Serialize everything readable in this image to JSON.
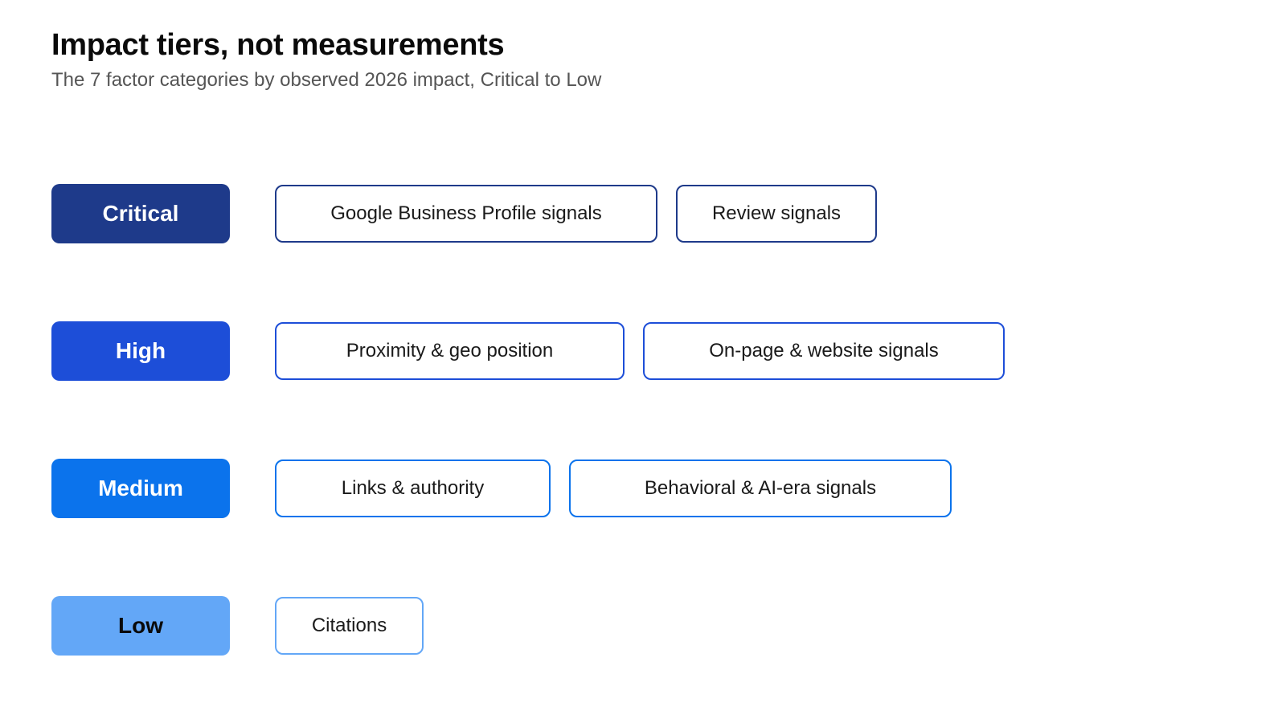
{
  "header": {
    "title": "Impact tiers, not measurements",
    "subtitle": "The 7 factor categories by observed 2026 impact, Critical to Low"
  },
  "tiers": [
    {
      "label": "Critical",
      "badge_color": "#1e3a8a",
      "text_color": "#ffffff",
      "border_color": "#1e3a8a",
      "factors": [
        "Google Business Profile signals",
        "Review signals"
      ]
    },
    {
      "label": "High",
      "badge_color": "#1d4ed8",
      "text_color": "#ffffff",
      "border_color": "#1d4ed8",
      "factors": [
        "Proximity & geo position",
        "On-page & website signals"
      ]
    },
    {
      "label": "Medium",
      "badge_color": "#0b73ec",
      "text_color": "#ffffff",
      "border_color": "#0b73ec",
      "factors": [
        "Links & authority",
        "Behavioral & AI-era signals"
      ]
    },
    {
      "label": "Low",
      "badge_color": "#63a7f7",
      "text_color": "#0a0a0a",
      "border_color": "#63a7f7",
      "factors": [
        "Citations"
      ]
    }
  ]
}
